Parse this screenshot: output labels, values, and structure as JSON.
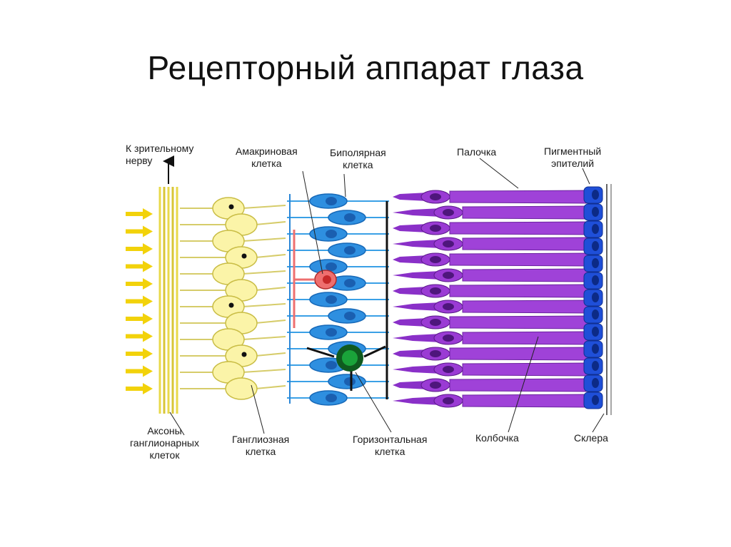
{
  "slide": {
    "title": "Рецепторный аппарат глаза"
  },
  "labels": {
    "optic_nerve": "К зрительному\nнерву",
    "amacrine": "Амакриновая\nклетка",
    "bipolar": "Биполярная\nклетка",
    "rod": "Палочка",
    "pigment": "Пигментный\nэпителий",
    "axons": "Аксоны\nганглионарных\nклеток",
    "ganglion": "Ганглиозная\nклетка",
    "horizontal": "Горизонтальная\nклетка",
    "cone": "Колбочка",
    "sclera": "Склера"
  },
  "colors": {
    "light_arrows": "#f2d20a",
    "axons": "#e8d94a",
    "ganglion_cells": "#fbf4a8",
    "bipolar_cells": "#2e8fe0",
    "amacrine_cell": "#ee6f6f",
    "horizontal_cell": "#1aa33a",
    "rods_cones": "#9a3bd4",
    "pigment_epithelium": "#1f4fd8"
  },
  "incoming_light_arrows": 11
}
